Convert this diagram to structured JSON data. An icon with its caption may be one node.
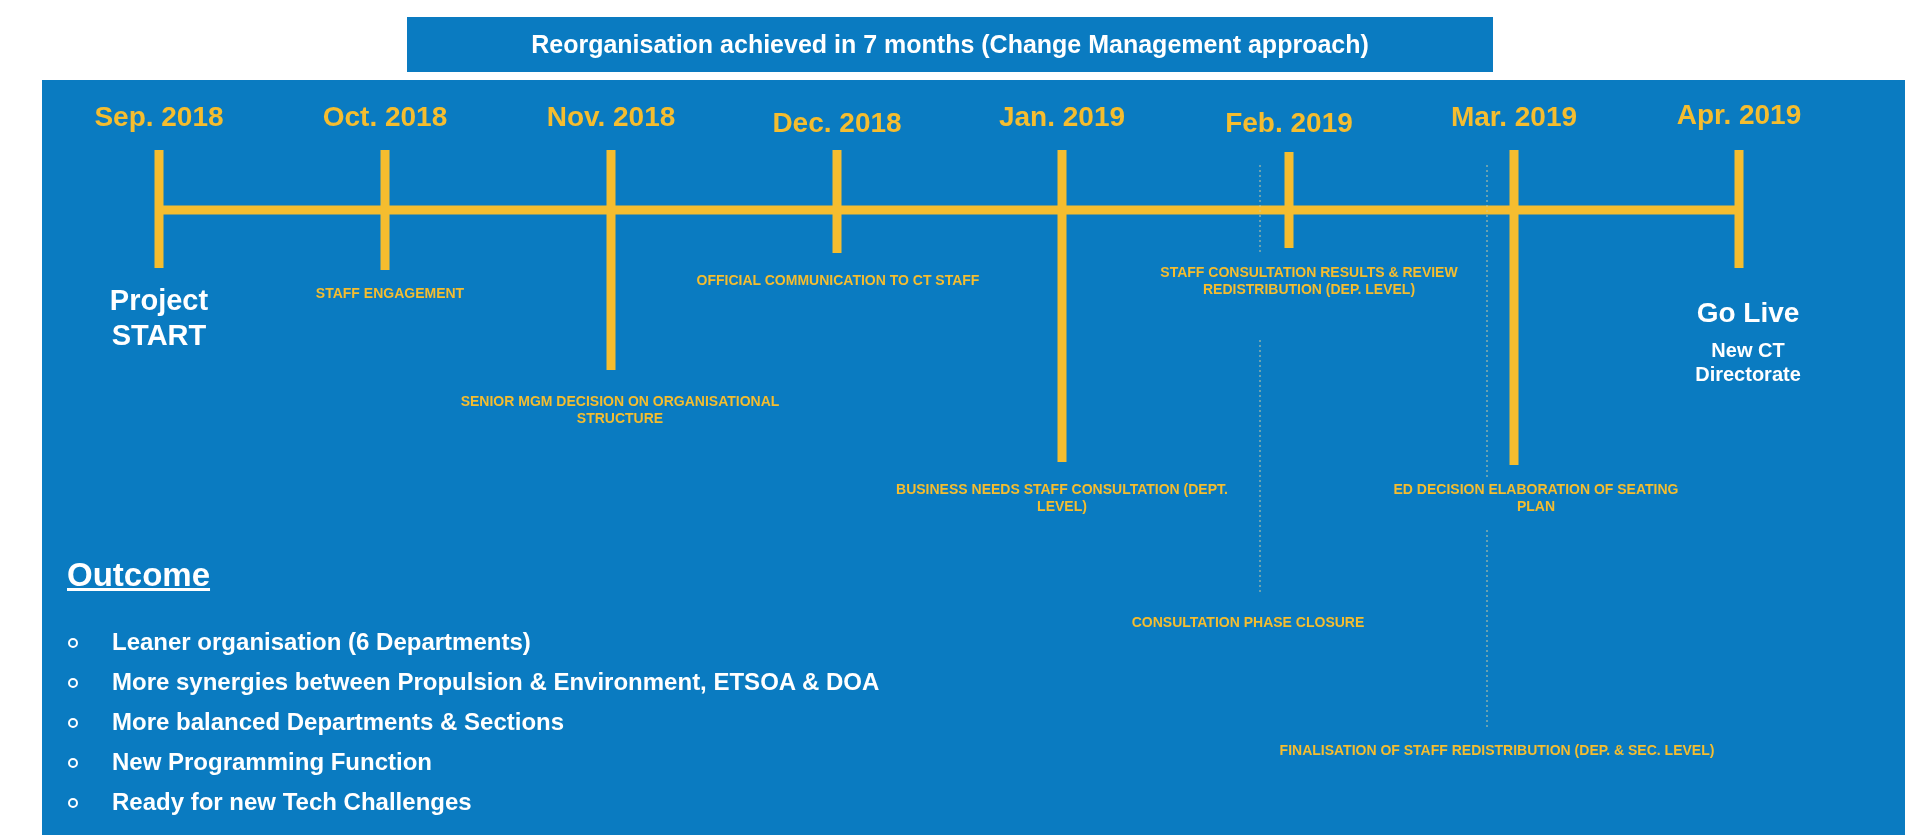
{
  "diagram": {
    "title": "Reorganisation achieved in 7 months (Change Management approach)",
    "labels": [
      "Sep. 2018",
      "Oct. 2018",
      "Nov. 2018",
      "Dec. 2018",
      "Jan. 2019",
      "Feb. 2019",
      "Mar. 2019",
      "Apr. 2019",
      "Project START",
      "STAFF ENGAGEMENT",
      "OFFICIAL COMMUNICATION TO CT STAFF",
      "STAFF CONSULTATION RESULTS & REVIEW REDISTRIBUTION (DEP. LEVEL)",
      "Go Live",
      "New CT Directorate",
      "SENIOR MGM DECISION ON ORGANISATIONAL STRUCTURE",
      "BUSINESS NEEDS STAFF CONSULTATION (DEPT. LEVEL)",
      "ED DECISION ELABORATION OF SEATING PLAN",
      "Outcome",
      "CONSULTATION PHASE CLOSURE",
      "Leaner organisation (6 Departments)",
      "More synergies between Propulsion & Environment, ETSOA & DOA",
      "More balanced Departments & Sections",
      "New Programming Function",
      "Ready for new Tech Challenges",
      "FINALISATION OF STAFF REDISTRIBUTION (DEP. & SEC. LEVEL)"
    ]
  }
}
